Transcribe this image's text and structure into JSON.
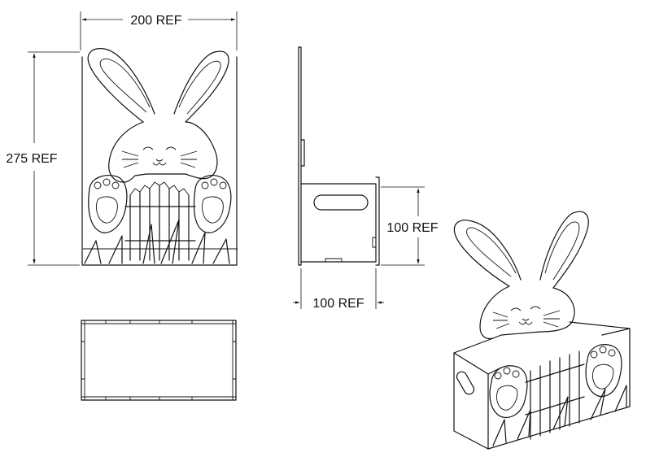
{
  "dimensions": {
    "front_width": "200 REF",
    "front_height": "275 REF",
    "side_height": "100 REF",
    "side_width": "100 REF"
  },
  "colors": {
    "line": "#111111",
    "background": "#ffffff"
  }
}
